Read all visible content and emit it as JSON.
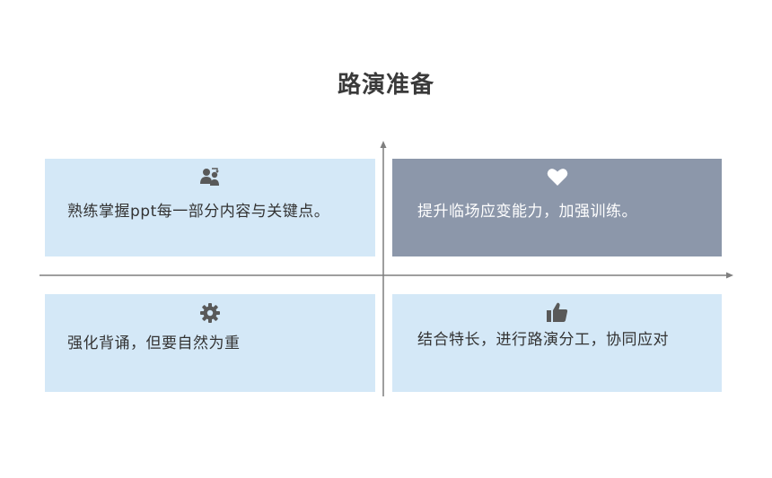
{
  "slide": {
    "title": "路演准备"
  },
  "cards": {
    "top_left": {
      "icon": "people-exchange-icon",
      "text": "熟练掌握ppt每一部分内容与关键点。"
    },
    "top_right": {
      "icon": "heart-icon",
      "text": "提升临场应变能力，加强训练。"
    },
    "bottom_left": {
      "icon": "gear-icon",
      "text": "强化背诵，但要自然为重"
    },
    "bottom_right": {
      "icon": "thumbs-up-icon",
      "text": "结合特长，进行路演分工，协同应对"
    }
  },
  "colors": {
    "card_light": "#d4e8f7",
    "card_dark": "#8c97aa",
    "axis": "#7f7f7f",
    "icon_dark": "#595959",
    "icon_light": "#ffffff",
    "title": "#3a3a3a"
  }
}
